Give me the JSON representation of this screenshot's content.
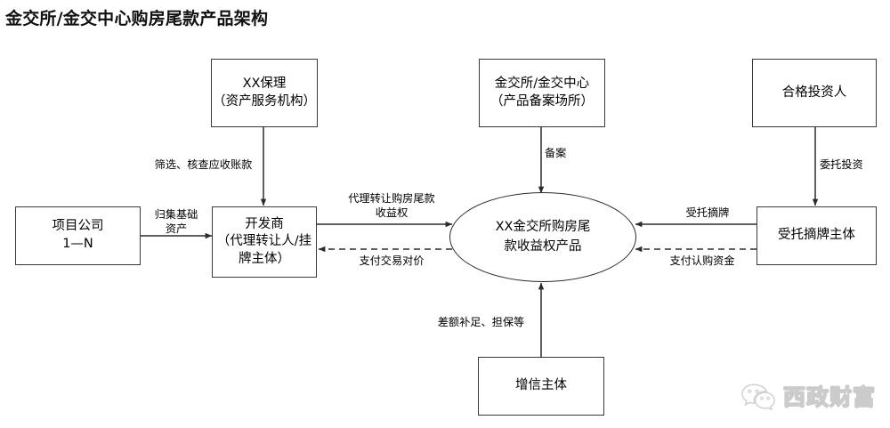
{
  "title": "金交所/金交中心购房尾款产品架构",
  "nodes": {
    "factoring": {
      "line1": "XX保理",
      "line2": "（资产服务机构）"
    },
    "exchange": {
      "line1": "金交所/金交中心",
      "line2": "（产品备案场所）"
    },
    "investor": {
      "line1": "合格投资人"
    },
    "project_company": {
      "line1": "项目公司",
      "line2": "1—N"
    },
    "developer": {
      "line1": "开发商",
      "line2": "（代理转让人/挂",
      "line3": "牌主体）"
    },
    "product": {
      "line1": "XX金交所购房尾",
      "line2": "款收益权产品"
    },
    "bidder": {
      "line1": "受托摘牌主体"
    },
    "credit_enhancer": {
      "line1": "增信主体"
    }
  },
  "edges": {
    "factoring_to_developer": "筛选、核查应收账款",
    "exchange_to_product": "备案",
    "investor_to_bidder": "委托投资",
    "project_to_developer_1": "归集基础",
    "project_to_developer_2": "资产",
    "developer_to_product_1": "代理转让购房尾款",
    "developer_to_product_2": "收益权",
    "product_to_developer": "支付交易对价",
    "bidder_to_product": "受托摘牌",
    "bidder_pay_product": "支付认购资金",
    "enhancer_to_product": "差额补足、担保等"
  },
  "watermark": {
    "brand": "西政财富",
    "icon": "wechat-icon"
  },
  "colors": {
    "stroke": "#3a3a3a",
    "text": "#000000",
    "background": "#ffffff",
    "watermark": "#cfcfcf"
  }
}
